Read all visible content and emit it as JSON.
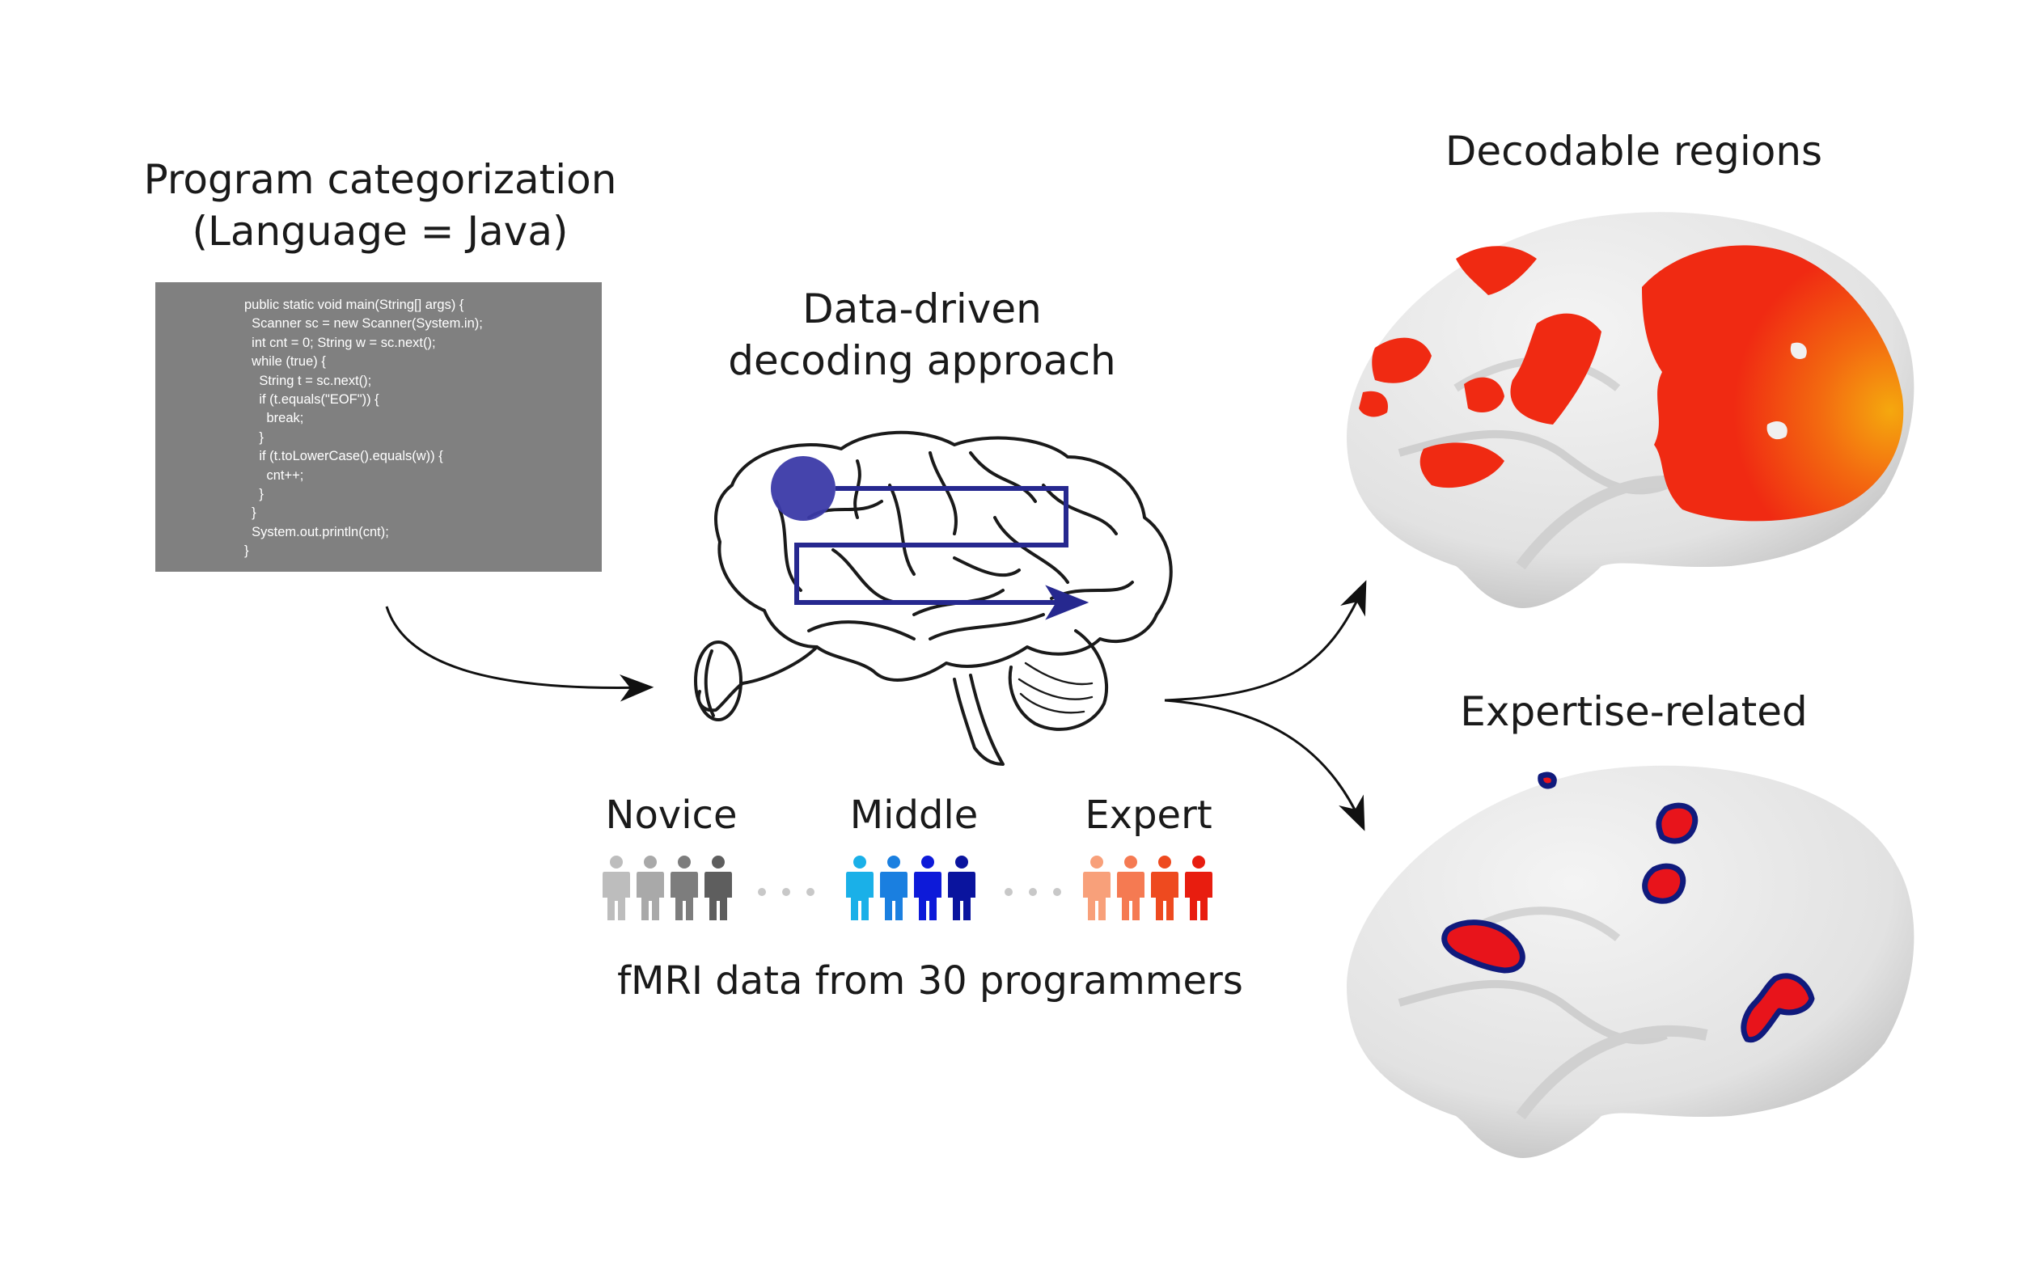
{
  "program": {
    "title_line1": "Program categorization",
    "title_line2": "(Language = Java)",
    "code_lines": [
      "public static void main(String[] args) {",
      "  Scanner sc = new Scanner(System.in);",
      "  int cnt = 0; String w = sc.next();",
      "  while (true) {",
      "    String t = sc.next();",
      "    if (t.equals(\"EOF\")) {",
      "      break;",
      "    }",
      "    if (t.toLowerCase().equals(w)) {",
      "      cnt++;",
      "    }",
      "  }",
      "  System.out.println(cnt);",
      "}"
    ]
  },
  "approach": {
    "title_line1": "Data-driven",
    "title_line2": "decoding approach"
  },
  "groups": {
    "novice": {
      "label": "Novice",
      "colors": [
        "#bdbdbd",
        "#a9a9a9",
        "#7d7d7d",
        "#5e5e5e"
      ]
    },
    "middle": {
      "label": "Middle",
      "colors": [
        "#1ab0e8",
        "#1a7fe0",
        "#0d1ad9",
        "#0a149e"
      ]
    },
    "expert": {
      "label": "Expert",
      "colors": [
        "#f8a07a",
        "#f57a52",
        "#ee4a1f",
        "#e81d0f"
      ]
    },
    "ellipsis_color": "#c8c8c8"
  },
  "caption": "fMRI data from 30 programmers",
  "results": {
    "decodable_title": "Decodable regions",
    "expertise_title": "Expertise-related"
  },
  "colors": {
    "navy": "#26288f",
    "roi_circle": "#3b3aa8",
    "heat_red": "#f02a12",
    "heat_orange": "#f36a10",
    "heat_yellow": "#f5a80e",
    "expertise_red": "#e8141b",
    "expertise_outline": "#101a7c",
    "brain_gray": "#e9e9e9"
  }
}
